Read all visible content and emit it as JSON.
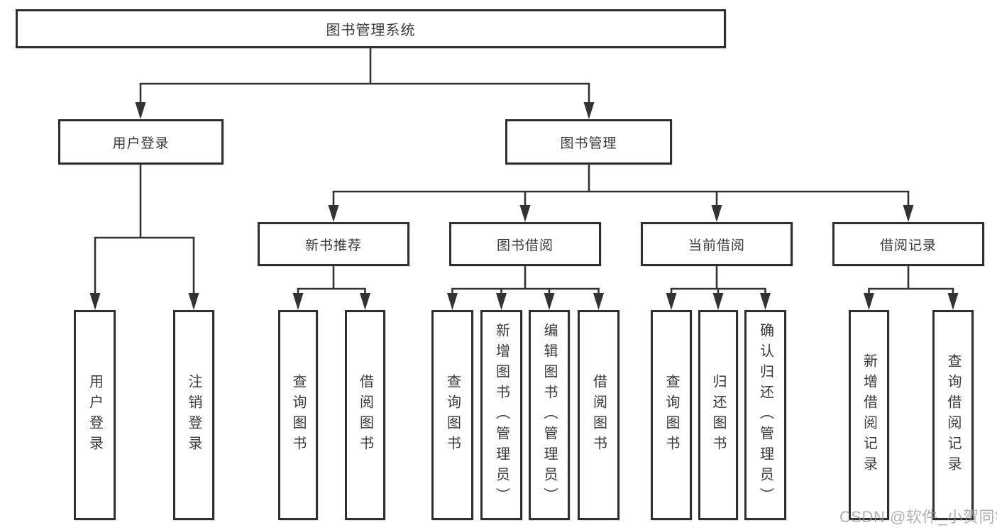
{
  "diagram": {
    "type": "tree",
    "root": {
      "label": "图书管理系统"
    },
    "level2": [
      {
        "label": "用户登录",
        "parent": "图书管理系统"
      },
      {
        "label": "图书管理",
        "parent": "图书管理系统"
      }
    ],
    "level3": [
      {
        "label": "新书推荐",
        "parent": "图书管理"
      },
      {
        "label": "图书借阅",
        "parent": "图书管理"
      },
      {
        "label": "当前借阅",
        "parent": "图书管理"
      },
      {
        "label": "借阅记录",
        "parent": "图书管理"
      }
    ],
    "level4": [
      {
        "label": "用户登录",
        "parent": "用户登录"
      },
      {
        "label": "注销登录",
        "parent": "用户登录"
      },
      {
        "label": "查询图书",
        "parent": "新书推荐"
      },
      {
        "label": "借阅图书",
        "parent": "新书推荐"
      },
      {
        "label": "查询图书",
        "parent": "图书借阅"
      },
      {
        "label": "新增图书（管理员）",
        "parent": "图书借阅"
      },
      {
        "label": "编辑图书（管理员）",
        "parent": "图书借阅"
      },
      {
        "label": "借阅图书",
        "parent": "图书借阅"
      },
      {
        "label": "查询图书",
        "parent": "当前借阅"
      },
      {
        "label": "归还图书",
        "parent": "当前借阅"
      },
      {
        "label": "确认归还（管理员）",
        "parent": "当前借阅"
      },
      {
        "label": "新增借阅记录",
        "parent": "借阅记录"
      },
      {
        "label": "查询借阅记录",
        "parent": "借阅记录"
      }
    ],
    "colors": {
      "line": "#333333",
      "box_border": "#2f2f2f",
      "text": "#3a3a3a",
      "background": "#ffffff",
      "watermark": "#969696"
    },
    "watermark": "CSDN @软件_小贺同学"
  }
}
